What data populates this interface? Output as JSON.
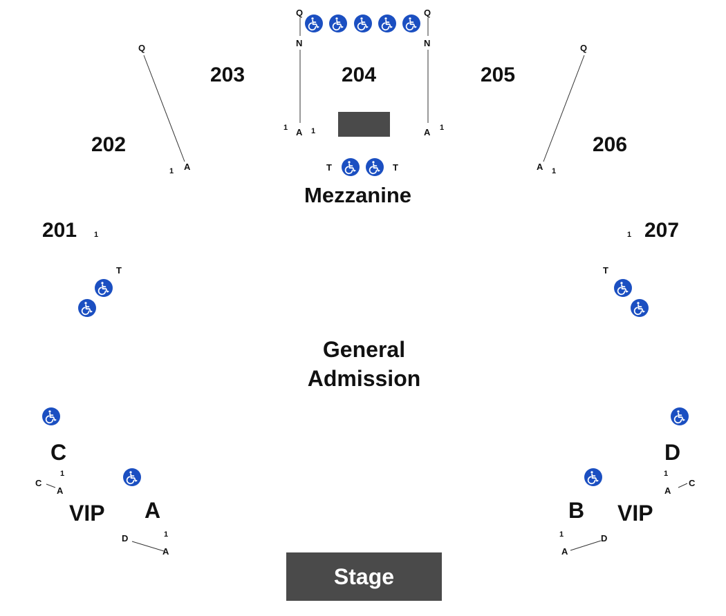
{
  "sections": {
    "s201": "201",
    "s202": "202",
    "s203": "203",
    "s204": "204",
    "s205": "205",
    "s206": "206",
    "s207": "207"
  },
  "areas": {
    "mezzanine": "Mezzanine",
    "general_admission_line1": "General",
    "general_admission_line2": "Admission",
    "stage": "Stage",
    "vip_left": "VIP",
    "vip_right": "VIP",
    "section_a": "A",
    "section_b": "B",
    "section_c": "C",
    "section_d": "D"
  },
  "row_labels": {
    "q": "Q",
    "n": "N",
    "a": "A",
    "t": "T",
    "c": "C",
    "d": "D"
  },
  "seat_labels": {
    "one": "1"
  },
  "icons": {
    "wheelchair": "wheelchair-icon"
  },
  "colors": {
    "wheelchair": "#1b4fc1",
    "stage": "#4a4a4a",
    "text": "#111111"
  }
}
